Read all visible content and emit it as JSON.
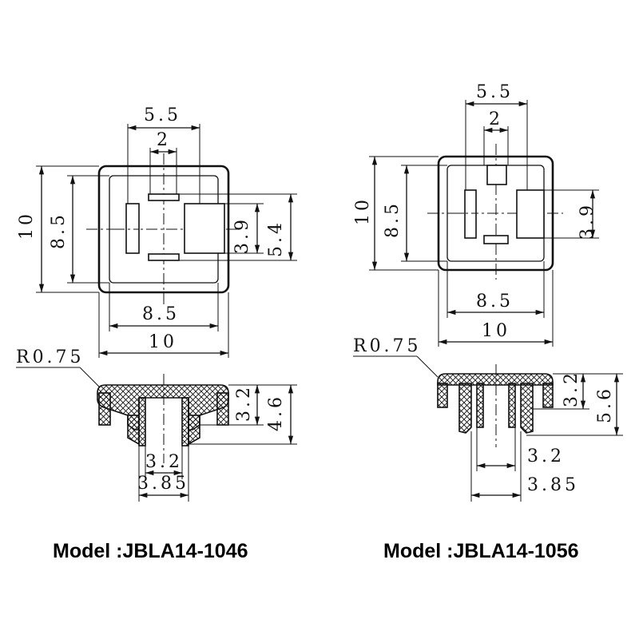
{
  "models": [
    {
      "id": "JBLA14-1046",
      "title": "Model :JBLA14-1046",
      "top_view": {
        "dim_top_outer": "5.5",
        "dim_top_inner": "2",
        "dim_left_outer": "10",
        "dim_left_inner": "8.5",
        "dim_right_inner": "3.9",
        "dim_right_outer": "5.4",
        "dim_bottom_inner": "8.5",
        "dim_bottom_outer": "10"
      },
      "side_view": {
        "radius": "R0.75",
        "dim_right_inner": "3.2",
        "dim_right_outer": "4.6",
        "dim_bottom_inner": "3.2",
        "dim_bottom_outer": "3.85"
      }
    },
    {
      "id": "JBLA14-1056",
      "title": "Model :JBLA14-1056",
      "top_view": {
        "dim_top_outer": "5.5",
        "dim_top_inner": "2",
        "dim_left_outer": "10",
        "dim_left_inner": "8.5",
        "dim_right_inner": "3.9",
        "dim_bottom_inner": "8.5",
        "dim_bottom_outer": "10"
      },
      "side_view": {
        "radius": "R0.75",
        "dim_right_inner": "3.2",
        "dim_right_outer": "5.6",
        "dim_bottom_inner": "3.2",
        "dim_bottom_outer": "3.85"
      }
    }
  ]
}
